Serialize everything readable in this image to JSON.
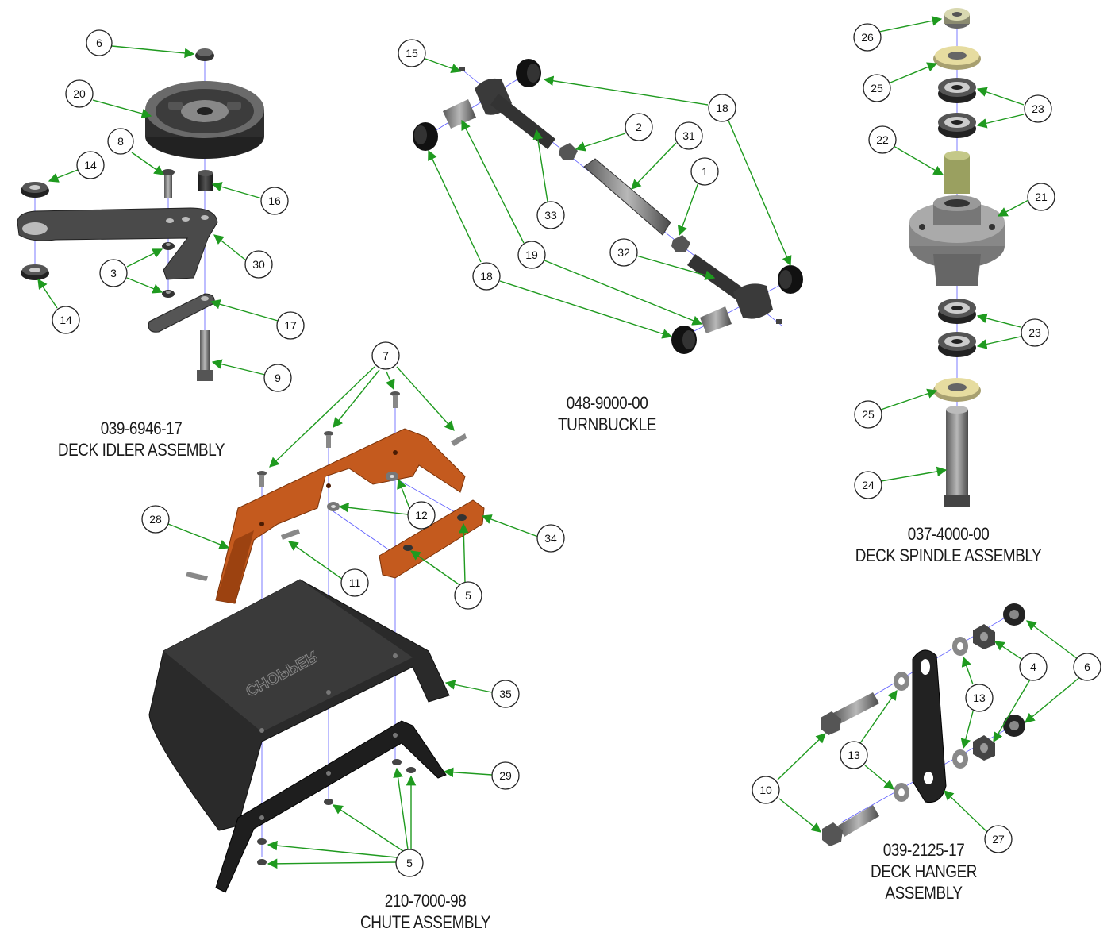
{
  "assemblies": {
    "idler": {
      "part_number": "039-6946-17",
      "name": "DECK IDLER ASSEMBLY"
    },
    "turnbuckle": {
      "part_number": "048-9000-00",
      "name": "TURNBUCKLE"
    },
    "spindle": {
      "part_number": "037-4000-00",
      "name": "DECK SPINDLE ASSEMBLY"
    },
    "chute": {
      "part_number": "210-7000-98",
      "name": "CHUTE ASSEMBLY"
    },
    "hanger": {
      "part_number": "039-2125-17",
      "name_line1": "DECK HANGER",
      "name_line2": "ASSEMBLY"
    }
  },
  "callouts": {
    "idler": [
      "6",
      "20",
      "8",
      "14",
      "16",
      "30",
      "3",
      "14",
      "17",
      "9"
    ],
    "turnbuckle": [
      "15",
      "18",
      "2",
      "31",
      "1",
      "33",
      "19",
      "32",
      "18"
    ],
    "spindle": [
      "26",
      "25",
      "23",
      "22",
      "21",
      "23",
      "25",
      "24"
    ],
    "chute": [
      "7",
      "28",
      "12",
      "34",
      "11",
      "5",
      "35",
      "29",
      "5"
    ],
    "hanger": [
      "4",
      "6",
      "13",
      "13",
      "10",
      "27"
    ]
  },
  "logo_text": "CHOPPER",
  "colors": {
    "leader": "#1f9a1f",
    "centerline": "#5a5aff",
    "orange_part": "#c45a1e",
    "dark_part": "#2a2a2a",
    "steel": "#8a8a8a",
    "washer_gold": "#e6dca0",
    "sleeve_olive": "#9aa060"
  }
}
